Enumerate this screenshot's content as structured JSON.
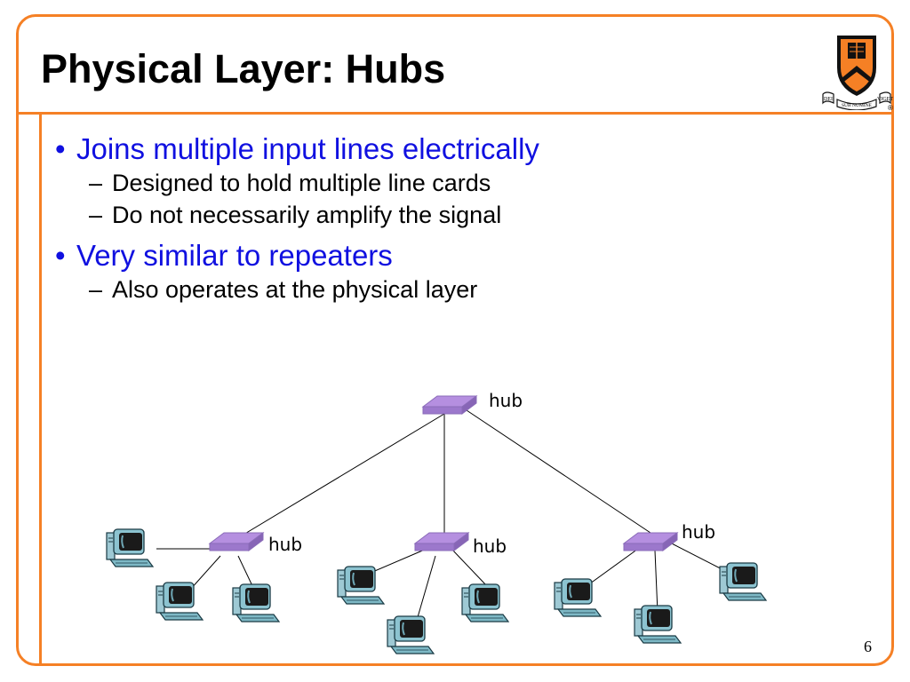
{
  "slide": {
    "title": "Physical Layer: Hubs",
    "number": "6",
    "accent_color": "#F58025",
    "bullet_color": "#1010E0"
  },
  "bullets": [
    {
      "text": "Joins multiple input lines electrically",
      "subs": [
        "Designed to hold multiple line cards",
        "Do not necessarily amplify the signal"
      ]
    },
    {
      "text": "Very similar to repeaters",
      "subs": [
        "Also operates at the physical layer"
      ]
    }
  ],
  "diagram": {
    "hub_labels": [
      "hub",
      "hub",
      "hub",
      "hub"
    ],
    "hub_color": "#B58FE0"
  },
  "logo": {
    "icon": "princeton-shield-icon",
    "motto_left": "DEI",
    "motto_center": "SUB NUMINE",
    "motto_right": "VIGET",
    "mark": "®"
  }
}
